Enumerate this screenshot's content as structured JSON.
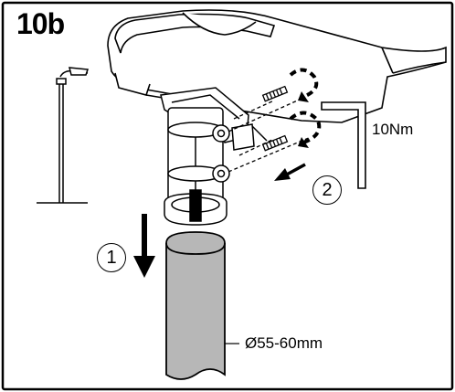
{
  "step_id": "10b",
  "torque_label": "10Nm",
  "diameter_label": "Ø55-60mm",
  "step_markers": [
    "1",
    "2"
  ],
  "icons": [
    "street-lamp-thumbnail-icon",
    "luminaire-housing",
    "bracket-clamp",
    "hex-key-icon",
    "screw-icon",
    "rotation-arrow-icon",
    "pole"
  ],
  "colors": {
    "pole_fill": "#b7b7b7",
    "line": "#000000",
    "background": "#ffffff"
  }
}
